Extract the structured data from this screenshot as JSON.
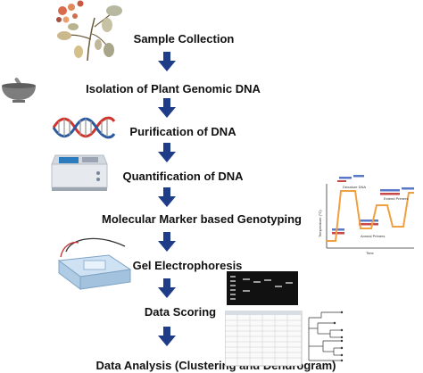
{
  "steps": [
    {
      "label": "Sample Collection"
    },
    {
      "label": "Isolation of Plant Genomic DNA"
    },
    {
      "label": "Purification of DNA"
    },
    {
      "label": "Quantification of DNA"
    },
    {
      "label": "Molecular Marker based Genotyping"
    },
    {
      "label": "Gel Electrophoresis"
    },
    {
      "label": "Data Scoring"
    },
    {
      "label": "Data Analysis (Clustering and Dendrogram)"
    }
  ],
  "pcr_plot": {
    "ylabel": "Temperature (°C)",
    "xlabel": "Time",
    "annotations": [
      "Denature DNA",
      "Anneal Primers",
      "Extend Primers"
    ]
  },
  "colors": {
    "arrow": "#1f3c88",
    "text": "#111111",
    "pcr_line": "#f0a040"
  }
}
